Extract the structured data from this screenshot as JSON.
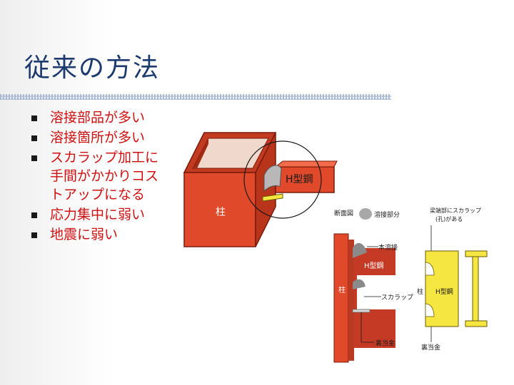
{
  "slide": {
    "title": "従来の方法",
    "bullets": [
      "溶接部品が多い",
      "溶接箇所が多い",
      "スカラップ加工に手間がかかりコストアップになる",
      "応力集中に弱い",
      "地震に弱い"
    ]
  },
  "figure1": {
    "column_label": "柱",
    "beam_label": "H型鋼"
  },
  "figure2": {
    "section_label": "断面図",
    "weld_legend": "溶接部分",
    "main_weld": "本溶接",
    "h_beam": "H型鋼",
    "column": "柱",
    "scallop": "スカラップ",
    "backing_left": "裏当金",
    "backing_right": "裏当金",
    "note_line1": "梁端部にスカラップ",
    "note_line2": "(孔)がある",
    "h_beam_right": "H型鋼",
    "column_right": "柱"
  },
  "colors": {
    "title": "#1c3a6e",
    "bullet_text": "#d01010",
    "column_red": "#e04a2a",
    "beam_yellow": "#f5e642"
  }
}
